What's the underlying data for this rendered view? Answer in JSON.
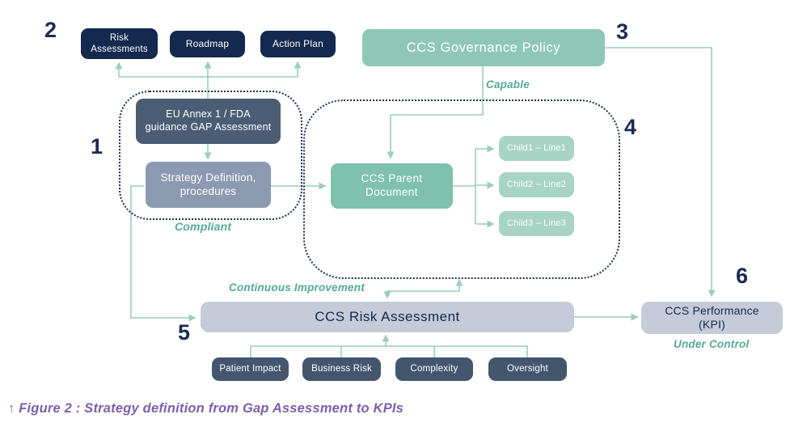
{
  "palette": {
    "navy": "#13294d",
    "slate_dark": "#4b5d75",
    "slate_light": "#8b99b1",
    "slate_mid": "#44566e",
    "teal_box": "#8fc7b6",
    "teal_parent": "#7fc1ad",
    "teal_child": "#a8d4c5",
    "teal_line": "#9cceba",
    "teal_text": "#55aa93",
    "gray_box": "#c5cbd8",
    "caption_purple": "#7b5fad"
  },
  "steps": {
    "s1": "1",
    "s2": "2",
    "s3": "3",
    "s4": "4",
    "s5": "5",
    "s6": "6"
  },
  "top_row": {
    "boxes": [
      {
        "label": "Risk\nAssessments"
      },
      {
        "label": "Roadmap"
      },
      {
        "label": "Action Plan"
      }
    ]
  },
  "governance": {
    "label": "CCS Governance Policy",
    "annotation": "Capable"
  },
  "gap_group": {
    "gap_box": "EU Annex 1 / FDA\nguidance GAP Assessment",
    "strategy_box": "Strategy Definition,\nprocedures",
    "annotation": "Compliant"
  },
  "document_group": {
    "parent": "CCS Parent\nDocument",
    "children": [
      {
        "label": "Child1 – Line1"
      },
      {
        "label": "Child2 – Line2"
      },
      {
        "label": "Child3 – Line3"
      }
    ],
    "annotation": "Continuous Improvement"
  },
  "risk_assessment": {
    "label": "CCS Risk Assessment",
    "factors": [
      {
        "label": "Patient Impact"
      },
      {
        "label": "Business Risk"
      },
      {
        "label": "Complexity"
      },
      {
        "label": "Oversight"
      }
    ]
  },
  "performance": {
    "label": "CCS Performance\n(KPI)",
    "annotation": "Under Control"
  },
  "caption": "↑ Figure 2 : Strategy definition from Gap Assessment to KPIs"
}
